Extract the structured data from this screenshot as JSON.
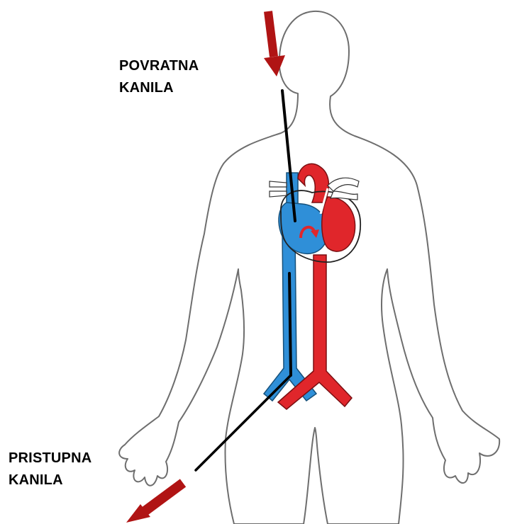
{
  "labels": {
    "return_cannula": {
      "line1": "POVRATNA",
      "line2": "KANILA"
    },
    "access_cannula": {
      "line1": "PRISTUPNA",
      "line2": "KANILA"
    }
  },
  "colors": {
    "arrow": "#b01414",
    "arterial": "#e0262b",
    "venous": "#2f8fd8",
    "cannula": "#000000",
    "outline": "#6e6e6e"
  }
}
